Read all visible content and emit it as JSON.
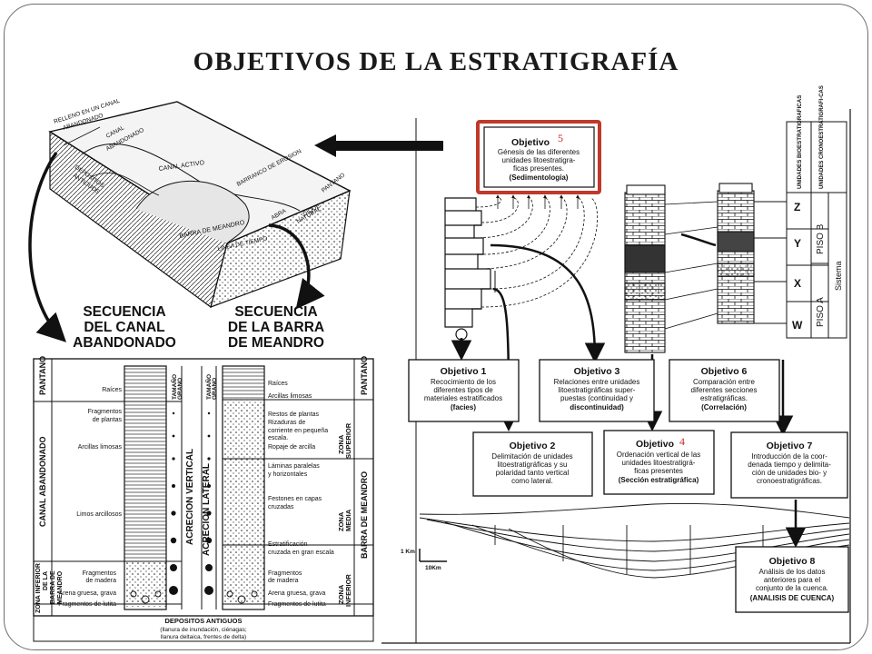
{
  "slide": {
    "title": "OBJETIVOS DE LA  ESTRATIGRAFÍA"
  },
  "block_diagram": {
    "labels": [
      "RELLENO EN UN CANAL",
      "ABANDONADO",
      "CANAL",
      "ABANDONADO",
      "DEPOSITOS",
      "ANTIGUOS",
      "CANAL ACTIVO",
      "BARRA DE MEANDRO",
      "BARRANCO DE EROSION",
      "DIQUE",
      "NATURAL",
      "PANTANO",
      "LINEA DE TIEMPO",
      "ABRA"
    ]
  },
  "left_columns": {
    "heading_left": [
      "SECUENCIA",
      "DEL CANAL",
      "ABANDONADO"
    ],
    "heading_right": [
      "SECUENCIA",
      "DE LA BARRA",
      "DE MEANDRO"
    ],
    "side_left": {
      "pantano": "PANTANO",
      "canal": "CANAL ABANDONADO",
      "zona_inf": [
        "ZONA INFERIOR",
        "DE LA",
        "BARRA DE",
        "MEANDRO"
      ]
    },
    "side_right": {
      "pantano": "PANTANO",
      "zona_sup": [
        "ZONA",
        "SUPERIOR"
      ],
      "zona_media": [
        "ZONA",
        "MEDIA"
      ],
      "barra": "BARRA DE MEANDRO",
      "zona_inf": [
        "ZONA",
        "INFERIOR"
      ]
    },
    "grain_label": [
      "TAMAÑO",
      "GRANO"
    ],
    "accretion": [
      "ACRECION VERTICAL",
      "ACRECION LATERAL"
    ],
    "left_annotations": [
      "Raíces",
      "Fragmentos",
      "de plantas",
      "Arcillas limosas",
      "Limos arcillosos",
      "Fragmentos",
      "de madera",
      "Arena gruesa, grava",
      "Fragmentos de lutita"
    ],
    "right_annotations": [
      "Raíces",
      "Arcillas limosas",
      "Restos de plantas",
      "Rizaduras de",
      "corriente en pequeña",
      "escala.",
      "Ropaje de arcilla",
      "Láminas paralelas",
      "y horizontales",
      "Festones en capas",
      "cruzadas",
      "Estratificación",
      "cruzada en gran escala",
      "Fragmentos",
      "de madera",
      "Arena gruesa, grava",
      "Fragmentos de lutita"
    ],
    "base": [
      "DEPOSITOS ANTIGUOS",
      "(llanura de inundación, ciénagas;",
      "llanura deltaica, frentes de delta)"
    ]
  },
  "objectives": {
    "obj5": {
      "title": "Objetivo",
      "num": "5",
      "lines": [
        "Génesis de las diferentes",
        "unidades litoestratigra-",
        "ficas presentes."
      ],
      "tag": "(Sedimentología)"
    },
    "obj1": {
      "title": "Objetivo 1",
      "lines": [
        "Recocimiento de los",
        "diferentes tipos de",
        "materiales estratificados"
      ],
      "tag": "(facies)"
    },
    "obj3": {
      "title": "Objetivo 3",
      "lines": [
        "Relaciones entre unidades",
        "litoestratigráficas super-",
        "puestas  (continuidad  y"
      ],
      "tag": "discontinuidad)"
    },
    "obj6": {
      "title": "Objetivo 6",
      "lines": [
        "Comparación entre",
        "diferentes secciones",
        "estratigráficas."
      ],
      "tag": "(Correlación)"
    },
    "obj2": {
      "title": "Objetivo 2",
      "lines": [
        "Delimitación de unidades",
        "litoestratigráficas y su",
        "polaridad tanto vertical",
        "como lateral."
      ],
      "tag": ""
    },
    "obj4": {
      "title": "Objetivo",
      "num": "4",
      "lines": [
        "Ordenación vertical de las",
        "unidades litoestratigrá-",
        "ficas presentes"
      ],
      "tag": "(Sección estratigráfica)"
    },
    "obj7": {
      "title": "Objetivo 7",
      "lines": [
        "Introducción de la coor-",
        "denada tiempo y delimita-",
        "ción de unidades bio- y",
        "cronoestratigráficas."
      ],
      "tag": ""
    },
    "obj8": {
      "title": "Objetivo 8",
      "lines": [
        "Análisis de los datos",
        "anteriores para el",
        "conjunto de la cuenca."
      ],
      "tag": "(ANALISIS DE CUENCA)"
    }
  },
  "chrono_chart": {
    "header1": "UNIDADES BIOESTRATIGRAFICAS",
    "header2": "UNIDADES CRONOESTRATIGRAFI-CAS",
    "zones": [
      "Z",
      "Y",
      "X",
      "W"
    ],
    "piso": [
      "PISO B",
      "PISO A"
    ],
    "sistema": "Sistema"
  },
  "scale": {
    "vertical": "1 Km",
    "horizontal": "10Km"
  }
}
